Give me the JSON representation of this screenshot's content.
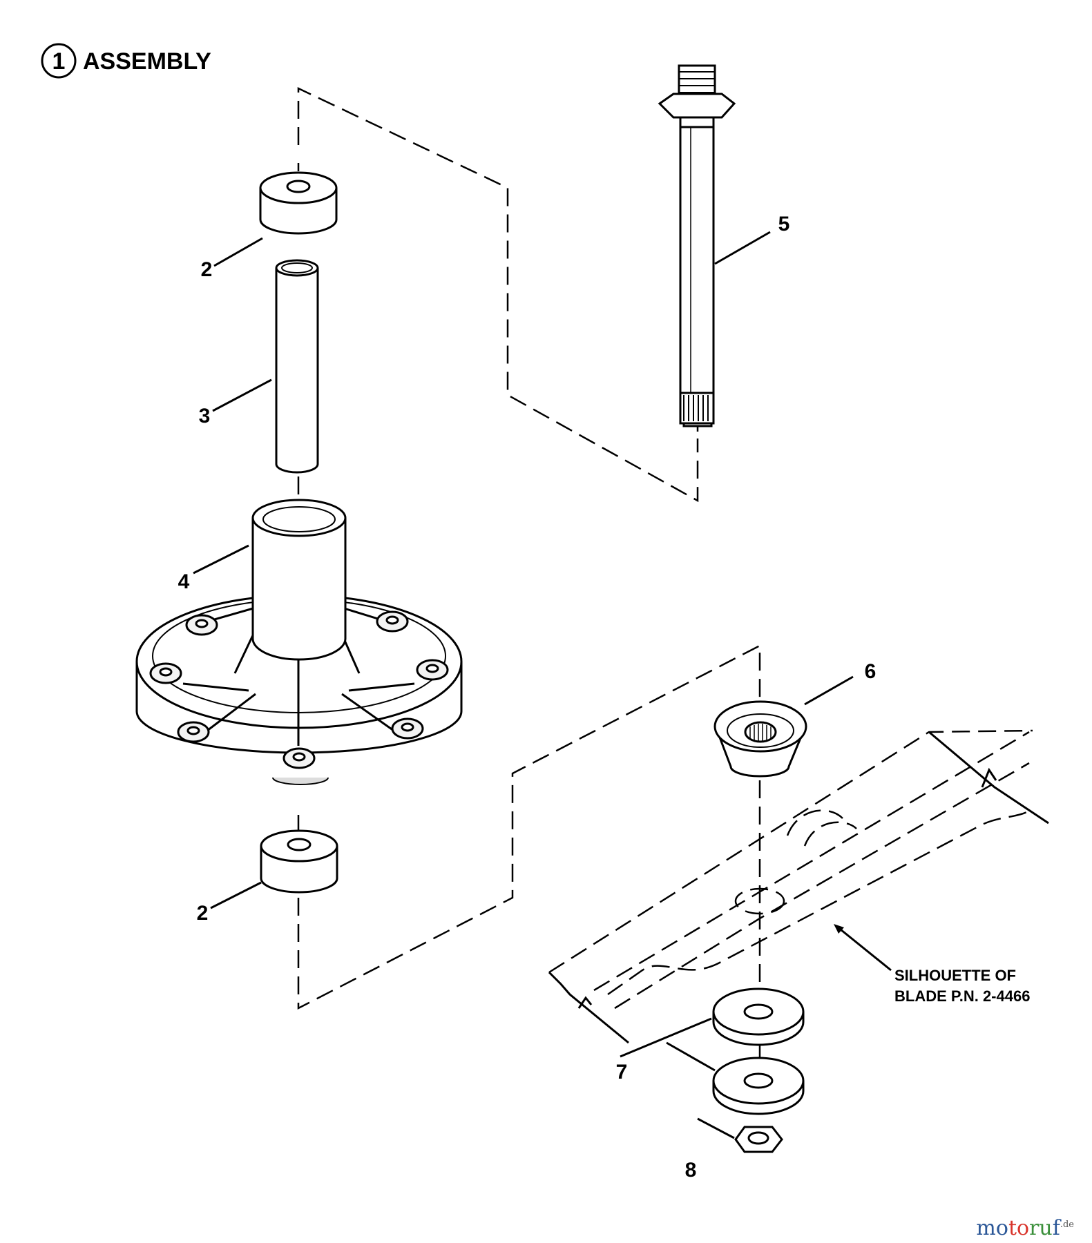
{
  "header": {
    "circle_number": "1",
    "title": "ASSEMBLY"
  },
  "callouts": {
    "c2_upper": "2",
    "c3": "3",
    "c4": "4",
    "c2_lower": "2",
    "c5": "5",
    "c6": "6",
    "c7": "7",
    "c8": "8"
  },
  "note": {
    "line1": "SILHOUETTE OF",
    "line2": "BLADE P.N. 2-4466"
  },
  "watermark": {
    "a": "mo",
    "b": "to",
    "c": "ru",
    "d": "f",
    "suffix": ".de"
  }
}
